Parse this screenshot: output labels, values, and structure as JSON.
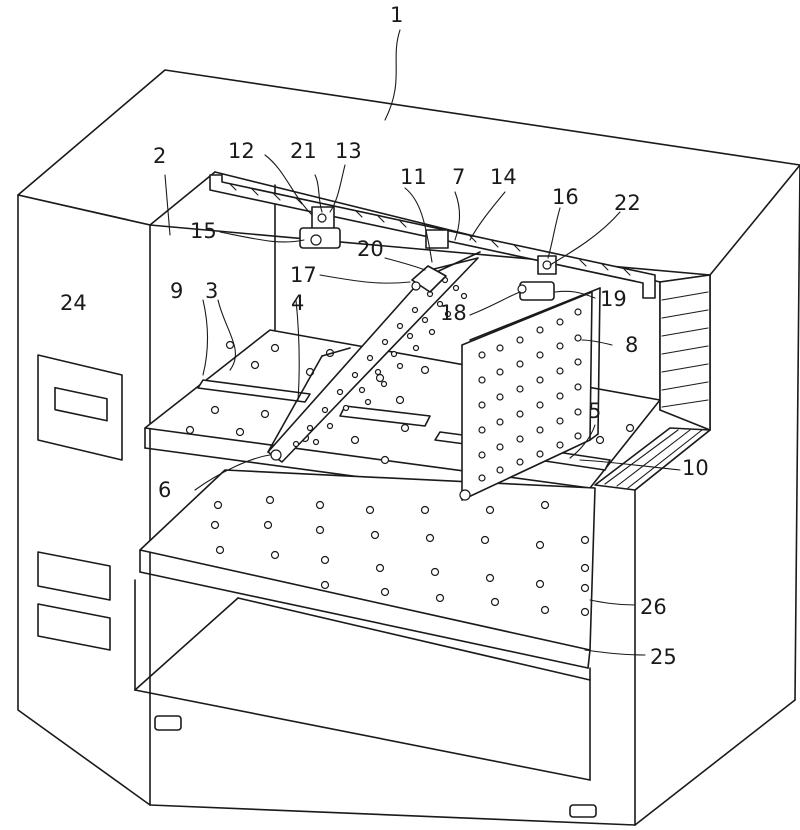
{
  "callouts": [
    {
      "id": "label-1",
      "text": "1"
    },
    {
      "id": "label-2",
      "text": "2"
    },
    {
      "id": "label-3",
      "text": "3"
    },
    {
      "id": "label-4",
      "text": "4"
    },
    {
      "id": "label-5",
      "text": "5"
    },
    {
      "id": "label-6",
      "text": "6"
    },
    {
      "id": "label-7",
      "text": "7"
    },
    {
      "id": "label-8",
      "text": "8"
    },
    {
      "id": "label-9",
      "text": "9"
    },
    {
      "id": "label-10",
      "text": "10"
    },
    {
      "id": "label-11",
      "text": "11"
    },
    {
      "id": "label-12",
      "text": "12"
    },
    {
      "id": "label-13",
      "text": "13"
    },
    {
      "id": "label-14",
      "text": "14"
    },
    {
      "id": "label-15",
      "text": "15"
    },
    {
      "id": "label-16",
      "text": "16"
    },
    {
      "id": "label-17",
      "text": "17"
    },
    {
      "id": "label-18",
      "text": "18"
    },
    {
      "id": "label-19",
      "text": "19"
    },
    {
      "id": "label-20",
      "text": "20"
    },
    {
      "id": "label-21",
      "text": "21"
    },
    {
      "id": "label-22",
      "text": "22"
    },
    {
      "id": "label-24",
      "text": "24"
    },
    {
      "id": "label-25",
      "text": "25"
    },
    {
      "id": "label-26",
      "text": "26"
    }
  ]
}
